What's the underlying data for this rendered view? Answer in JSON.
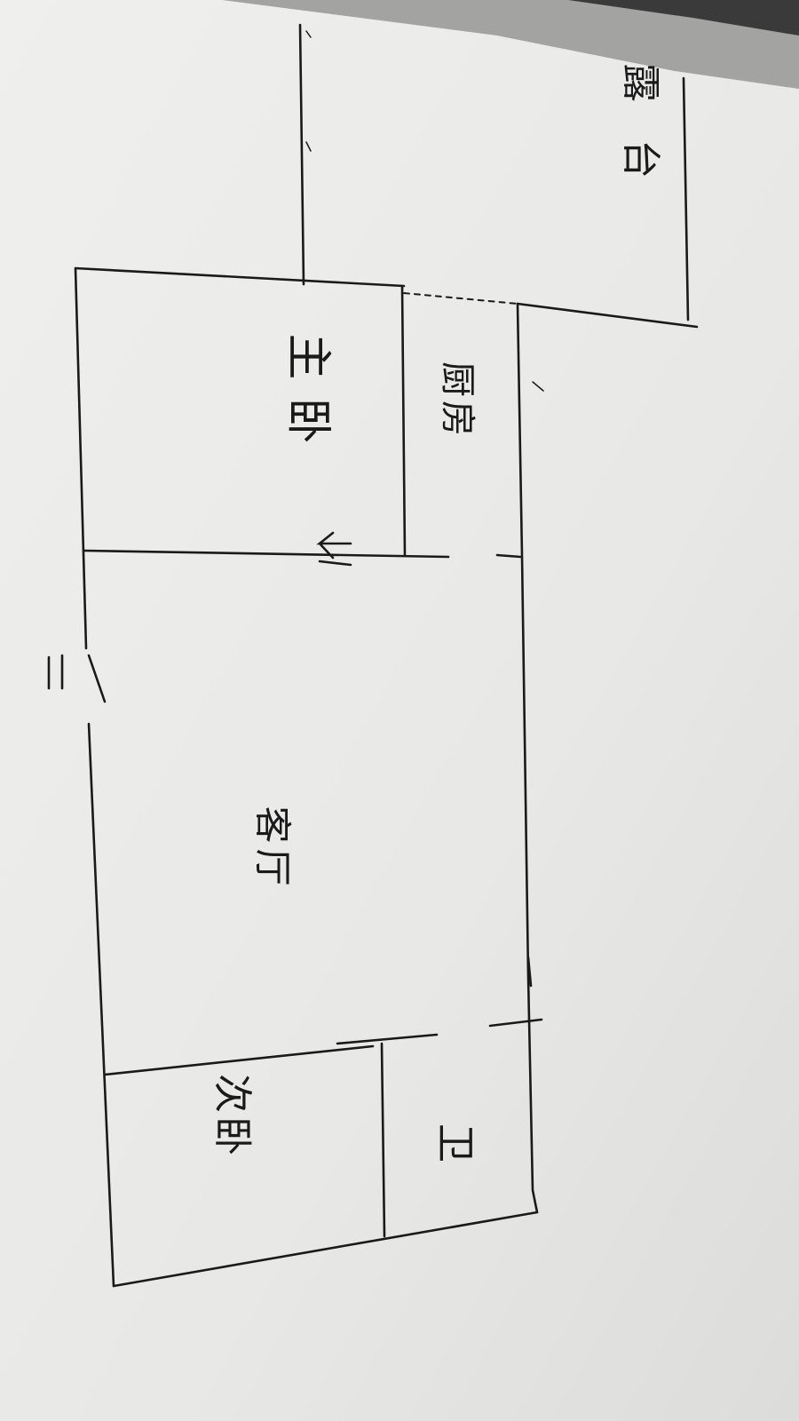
{
  "plan": {
    "rooms": [
      {
        "id": "terrace",
        "label": "露台"
      },
      {
        "id": "master-bedroom",
        "label": "主卧"
      },
      {
        "id": "kitchen",
        "label": "厨房"
      },
      {
        "id": "living-room",
        "label": "客厅"
      },
      {
        "id": "second-bedroom",
        "label": "次卧"
      },
      {
        "id": "bathroom",
        "label": "卫"
      }
    ]
  },
  "colors": {
    "paper": "#ececea",
    "ink": "#1a1a1a",
    "shadow": "#9a9a98"
  }
}
